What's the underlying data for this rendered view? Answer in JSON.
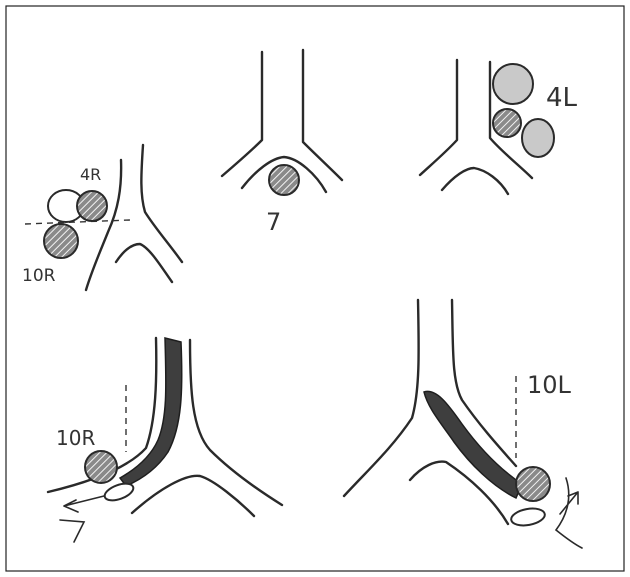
{
  "labels": {
    "station_4r": "4R",
    "station_10r_top": "10R",
    "station_7": "7",
    "station_4l": "4L",
    "station_10r_bottom": "10R",
    "station_10l": "10L"
  },
  "colors": {
    "line": "#2a2a2a",
    "node_grey": "#c9c9c9",
    "wall_dark": "#3e3e3e"
  }
}
